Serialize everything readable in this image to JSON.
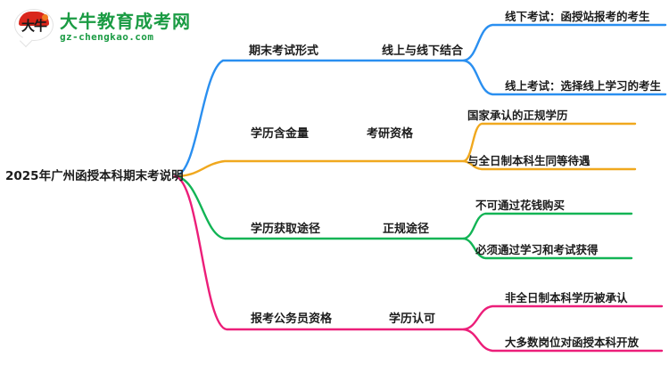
{
  "logo": {
    "mark_text": "大牛",
    "brand_cn": "大牛教育成考网",
    "brand_url": "gz-chengkao.com",
    "brand_color": "#1a9b43",
    "mark_color": "#d9261c"
  },
  "mindmap": {
    "root": {
      "label": "2025年广州函授本科期末考说明"
    },
    "branches": [
      {
        "color": "#2a8ff0",
        "level2": "期末考试形式",
        "level3": "线上与线下结合",
        "leaves": [
          "线下考试：函授站报考的考生",
          "线上考试：选择线上学习的考生"
        ]
      },
      {
        "color": "#f0a81e",
        "level2": "学历含金量",
        "level3": "考研资格",
        "leaves": [
          "国家承认的正规学历",
          "与全日制本科生同等待遇"
        ]
      },
      {
        "color": "#12b455",
        "level2": "学历获取途径",
        "level3": "正规途径",
        "leaves": [
          "不可通过花钱购买",
          "必须通过学习和考试获得"
        ]
      },
      {
        "color": "#ec1e79",
        "level2": "报考公务员资格",
        "level3": "学历认可",
        "leaves": [
          "非全日制本科学历被承认",
          "大多数岗位对函授本科开放"
        ]
      }
    ]
  }
}
